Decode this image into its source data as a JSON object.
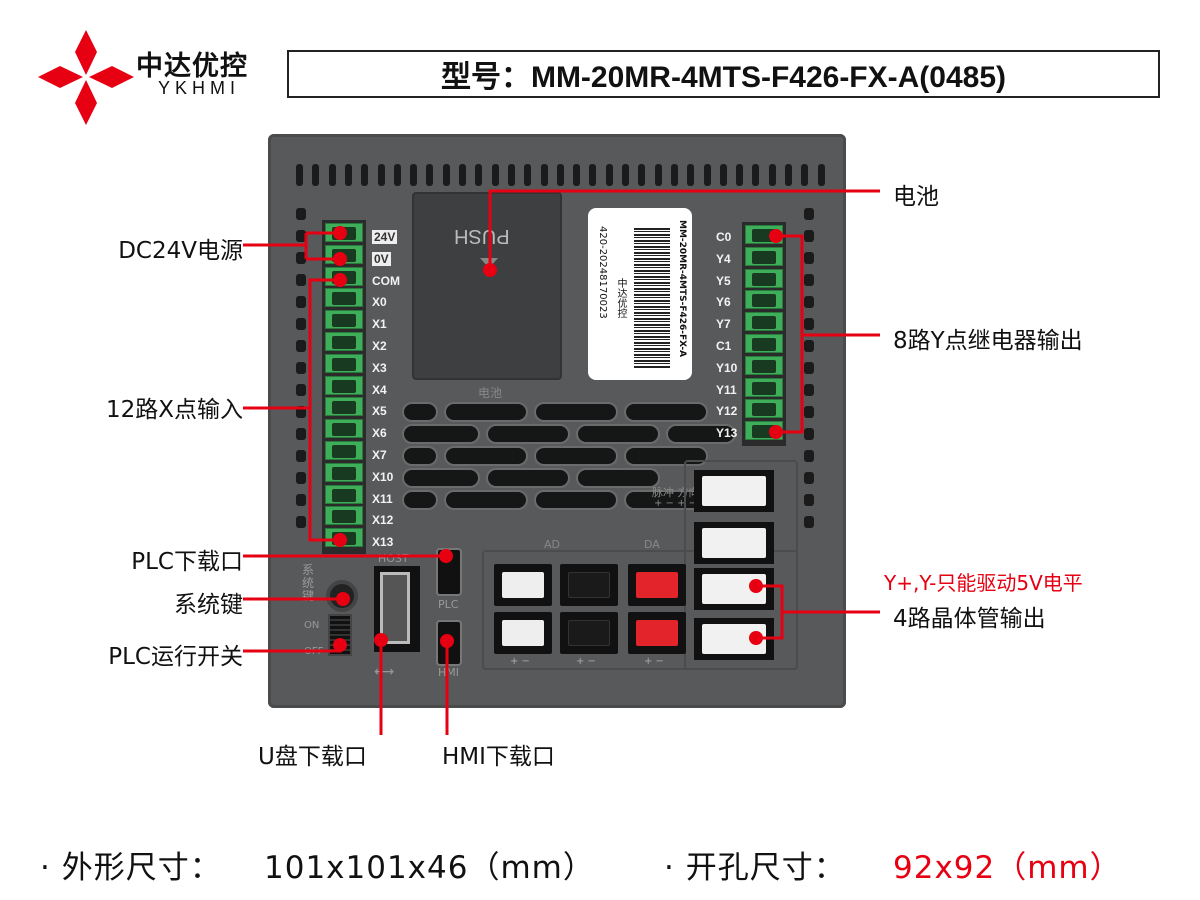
{
  "brand": {
    "name_cn": "中达优控",
    "name_en": "YKHMI"
  },
  "title": "型号：MM-20MR-4MTS-F426-FX-A(0485)",
  "device": {
    "battery_cover": "PUSH",
    "battery_mark": "电池",
    "sticker": {
      "model": "MM-20MR-4MTS-F426-FX-A",
      "serial": "420-20248170023",
      "brand": "中达优控"
    },
    "left_terminals": [
      "24V",
      "0V",
      "COM",
      "X0",
      "X1",
      "X2",
      "X3",
      "X4",
      "X5",
      "X6",
      "X7",
      "X10",
      "X11",
      "X12",
      "X13"
    ],
    "right_terminals": [
      "C0",
      "Y4",
      "Y5",
      "Y6",
      "Y7",
      "C1",
      "Y10",
      "Y11",
      "Y12",
      "Y13"
    ],
    "pulse_label": "脉冲 方向",
    "pulse_signs": "+ − + −",
    "ad_label": "AD",
    "da_label": "DA",
    "host_label": "HOST",
    "plc_label": "PLC",
    "hmi_label": "HMI",
    "sys_key_label": "系统键",
    "on_label": "ON",
    "off_label": "OFF",
    "pm_label": "+ −"
  },
  "callouts": {
    "battery": "电池",
    "dc24v": "DC24V电源",
    "y_relay": "8路Y点继电器输出",
    "x_input": "12路X点输入",
    "plc_port": "PLC下载口",
    "sys_key": "系统键",
    "run_switch": "PLC运行开关",
    "usb": "U盘下载口",
    "hmi_port": "HMI下载口",
    "y_note": "Y+,Y-只能驱动5V电平",
    "transistor": "4路晶体管输出"
  },
  "specs": {
    "outer_label": "· 外形尺寸：",
    "outer_value": "101x101x46（mm）",
    "cut_label": "· 开孔尺寸：",
    "cut_value": "92x92（mm）"
  },
  "colors": {
    "accent": "#e60012",
    "body": "#58595b",
    "terminal": "#3fae5a"
  }
}
